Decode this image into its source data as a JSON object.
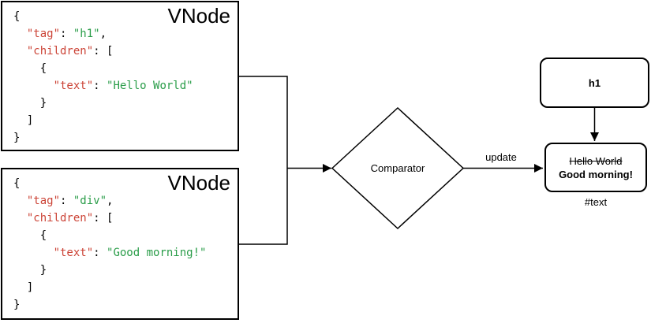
{
  "colors": {
    "key": "#cc4437",
    "string": "#2a9d49",
    "punct": "#000000",
    "stroke": "#000000"
  },
  "vnode_boxes": [
    {
      "title": "VNode",
      "code": [
        [
          [
            "p",
            "{"
          ]
        ],
        [
          [
            "p",
            "  "
          ],
          [
            "k",
            "\"tag\""
          ],
          [
            "p",
            ": "
          ],
          [
            "v",
            "\"h1\""
          ],
          [
            "p",
            ","
          ]
        ],
        [
          [
            "p",
            "  "
          ],
          [
            "k",
            "\"children\""
          ],
          [
            "p",
            ": ["
          ]
        ],
        [
          [
            "p",
            "    {"
          ]
        ],
        [
          [
            "p",
            "      "
          ],
          [
            "k",
            "\"text\""
          ],
          [
            "p",
            ": "
          ],
          [
            "v",
            "\"Hello World\""
          ]
        ],
        [
          [
            "p",
            "    }"
          ]
        ],
        [
          [
            "p",
            "  ]"
          ]
        ],
        [
          [
            "p",
            "}"
          ]
        ]
      ]
    },
    {
      "title": "VNode",
      "code": [
        [
          [
            "p",
            "{"
          ]
        ],
        [
          [
            "p",
            "  "
          ],
          [
            "k",
            "\"tag\""
          ],
          [
            "p",
            ": "
          ],
          [
            "v",
            "\"div\""
          ],
          [
            "p",
            ","
          ]
        ],
        [
          [
            "p",
            "  "
          ],
          [
            "k",
            "\"children\""
          ],
          [
            "p",
            ": ["
          ]
        ],
        [
          [
            "p",
            "    {"
          ]
        ],
        [
          [
            "p",
            "      "
          ],
          [
            "k",
            "\"text\""
          ],
          [
            "p",
            ": "
          ],
          [
            "v",
            "\"Good morning!\""
          ]
        ],
        [
          [
            "p",
            "    }"
          ]
        ],
        [
          [
            "p",
            "  ]"
          ]
        ],
        [
          [
            "p",
            "}"
          ]
        ]
      ]
    }
  ],
  "comparator": {
    "label": "Comparator"
  },
  "edge": {
    "label": "update"
  },
  "dom_tree": {
    "h1_node": {
      "label": "h1"
    },
    "text_node": {
      "old_text": "Hello World",
      "new_text": "Good morning!",
      "caption": "#text"
    }
  }
}
